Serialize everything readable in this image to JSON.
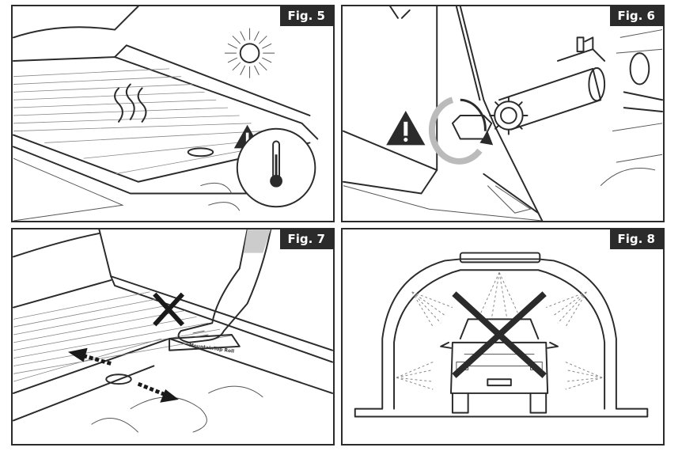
{
  "figures": [
    {
      "label": "Fig. 5"
    },
    {
      "label": "Fig. 6"
    },
    {
      "label": "Fig. 7"
    },
    {
      "label": "Fig. 8"
    }
  ],
  "fig7_cover_embossing": "MountainTop Roll",
  "colors": {
    "ink": "#2b2b2b",
    "label_bg": "#2b2b2b",
    "label_text": "#ffffff"
  },
  "icons": [
    "sun-icon",
    "heat-waves-icon",
    "warning-icon",
    "thermometer-icon",
    "rotation-arrow-icon",
    "cross-mark-icon",
    "direction-arrow-icon",
    "spray-nozzle-icon"
  ]
}
